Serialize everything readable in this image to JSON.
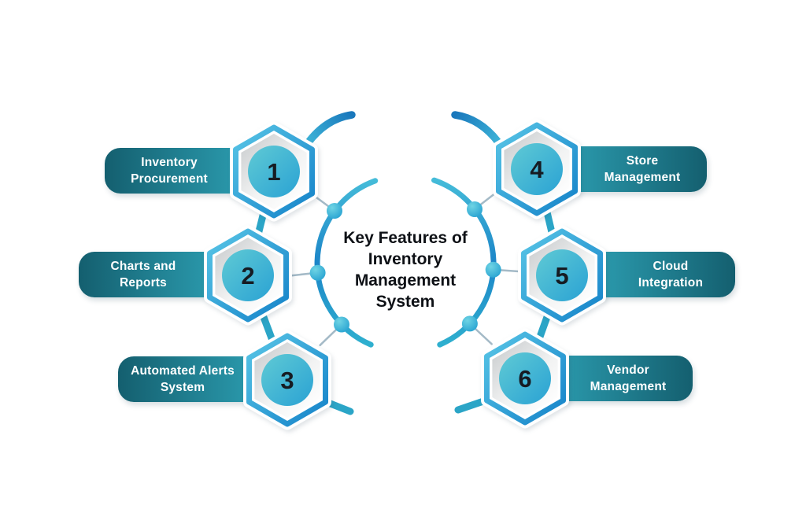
{
  "diagram": {
    "title": {
      "line1": "Key Features of",
      "line2": "Inventory",
      "line3": "Management",
      "line4": "System"
    }
  },
  "items": [
    {
      "number": "1",
      "line1": "Inventory",
      "line2": "Procurement"
    },
    {
      "number": "2",
      "line1": "Charts and",
      "line2": "Reports"
    },
    {
      "number": "3",
      "line1": "Automated Alerts",
      "line2": "System"
    },
    {
      "number": "4",
      "line1": "Store",
      "line2": "Management"
    },
    {
      "number": "5",
      "line1": "Cloud",
      "line2": "Integration"
    },
    {
      "number": "6",
      "line1": "Vendor",
      "line2": "Management"
    }
  ],
  "colors": {
    "background": "#ffffff",
    "pill_dark": "#145f6f",
    "pill_light": "#31abbf",
    "hex_border_light": "#58c5e6",
    "hex_border_dark": "#1583c9",
    "hex_fill_gray": "#c6c9cb",
    "circle_light": "#5fcad5",
    "circle_dark": "#2aa2d3",
    "arc_cyan": "#45bcd9",
    "arc_blue": "#1c85c8",
    "connector_teal": "#2ba5c7",
    "tick_gray": "#a4bac7",
    "title_color": "#0e1116",
    "label_color": "#ffffff",
    "number_color": "#161b22"
  }
}
